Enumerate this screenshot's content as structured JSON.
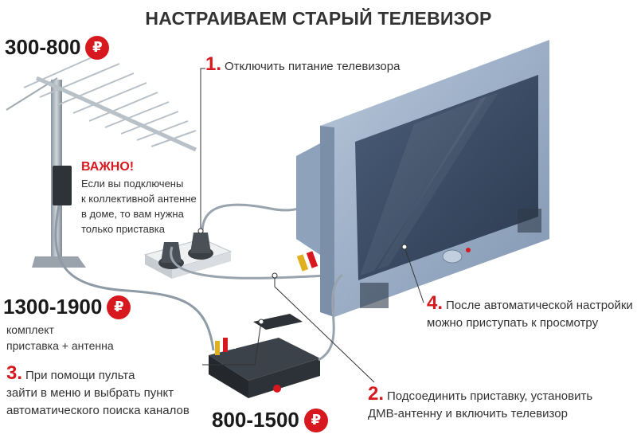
{
  "title": "НАСТРАИВАЕМ СТАРЫЙ ТЕЛЕВИЗОР",
  "currency_symbol": "₽",
  "prices": {
    "antenna": "300-800",
    "kit": "1300-1900",
    "settop": "800-1500"
  },
  "kit_caption": [
    "комплект",
    "приставка + антенна"
  ],
  "warning": {
    "title": "ВАЖНО!",
    "lines": [
      "Если вы подключены",
      "к коллективной антенне",
      "в доме, то вам нужна",
      "только приставка"
    ]
  },
  "steps": [
    {
      "number": "1.",
      "lines": [
        "Отключить питание телевизора"
      ]
    },
    {
      "number": "2.",
      "lines": [
        "Подсоединить приставку, установить",
        "ДМВ-антенну и включить телевизор"
      ]
    },
    {
      "number": "3.",
      "lines": [
        "При помощи пульта",
        "зайти в меню и выбрать пункт",
        "автоматического поиска каналов"
      ]
    },
    {
      "number": "4.",
      "lines": [
        "После автоматической настройки",
        "можно приступать к просмотру"
      ]
    }
  ],
  "colors": {
    "accent": "#d7191f",
    "tv_frame": "#93a7c0",
    "screen": "#3d4e66"
  }
}
